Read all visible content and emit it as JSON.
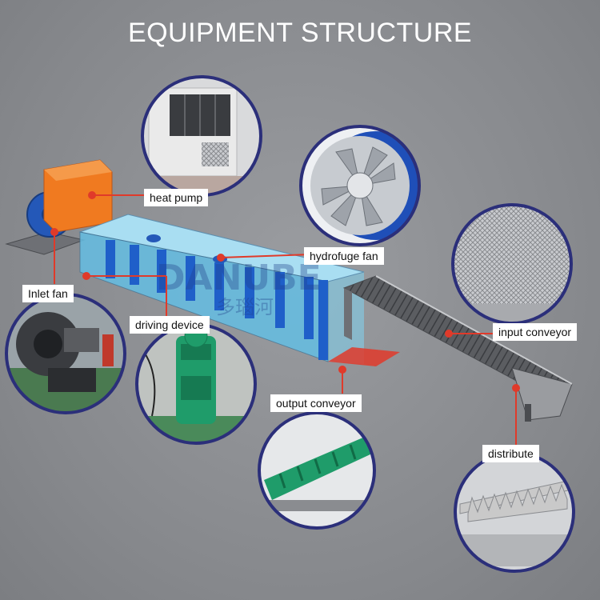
{
  "title": "EQUIPMENT STRUCTURE",
  "watermark": {
    "latin": "DANUBE",
    "cjk": "多瑙河"
  },
  "colors": {
    "background": "#8d8f93",
    "accent_red": "#e03a2a",
    "bubble_border": "#2b2f7a",
    "machine_blue": "#1f5fc9",
    "panel_cyan": "#7fd3f0",
    "tank_orange": "#f07a20",
    "motor_green": "#1f9c6a",
    "label_bg": "#ffffff"
  },
  "labels": {
    "heat_pump": "heat pump",
    "hydrofuge_fan": "hydrofuge fan",
    "inlet_fan": "Inlet fan",
    "driving_device": "driving device",
    "input_conveyor": "input conveyor",
    "output_conveyor": "output conveyor",
    "distribute": "distribute"
  },
  "icons": {
    "heat_pump": "heat-pump-unit-icon",
    "hydrofuge_fan": "axial-fan-icon",
    "inlet_fan": "centrifugal-fan-icon",
    "driving_device": "gear-motor-icon",
    "input_conveyor": "mesh-belt-icon",
    "output_conveyor": "chain-conveyor-icon",
    "distribute": "comb-distributor-icon"
  }
}
